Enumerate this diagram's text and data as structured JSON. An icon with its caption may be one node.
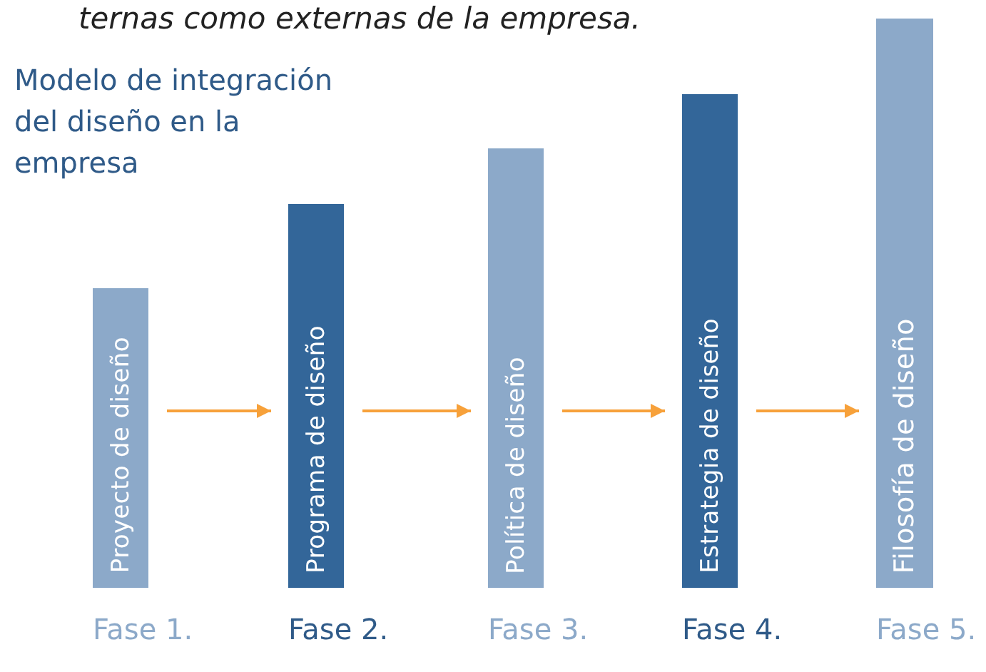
{
  "diagram": {
    "title": "Modelo de integración del diseño en la empresa",
    "nodes": [
      {
        "text": [
          "Proyecto de diseño"
        ],
        "beside": [
          "Fase 1."
        ]
      },
      {
        "text": [
          "Programa de diseño"
        ],
        "beside": [
          "Fase 2."
        ]
      },
      {
        "text": [
          "Política de diseño"
        ],
        "beside": [
          "Fase 3."
        ]
      },
      {
        "text": [
          "Estrategia de diseño"
        ],
        "beside": [
          "Fase 4."
        ]
      },
      {
        "text": [
          "Filosofía de diseño"
        ],
        "beside": [
          "Fase 5."
        ]
      }
    ],
    "edges": [
      {
        "from": 0,
        "to": 1,
        "arrow": "to",
        "color": "#f7a13a"
      },
      {
        "from": 1,
        "to": 2,
        "arrow": "to",
        "color": "#f7a13a"
      },
      {
        "from": 2,
        "to": 3,
        "arrow": "to",
        "color": "#f7a13a"
      },
      {
        "from": 3,
        "to": 4,
        "arrow": "to",
        "color": "#f7a13a"
      }
    ],
    "labels": [
      "ternas como externas de la empresa."
    ]
  }
}
